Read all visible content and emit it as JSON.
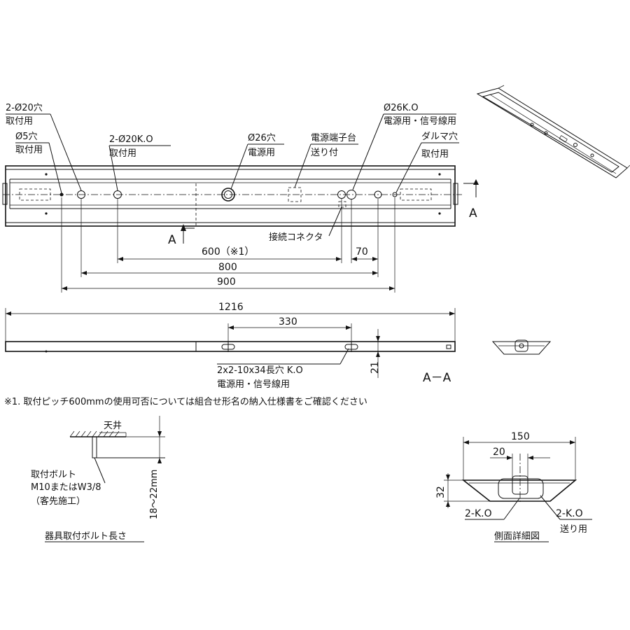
{
  "top_view": {
    "hole_20_label": "2-Ø20穴",
    "hole_20_use": "取付用",
    "hole_5_label": "Ø5穴",
    "hole_5_use": "取付用",
    "hole_20ko_label": "2-Ø20K.O",
    "hole_20ko_use": "取付用",
    "hole_26_label": "Ø26穴",
    "hole_26_use": "電源用",
    "terminal_label": "電源端子台",
    "terminal_use": "送り付",
    "ko26_label": "Ø26K.O",
    "ko26_use": "電源用・信号線用",
    "daruma_label": "ダルマ穴",
    "daruma_use": "取付用",
    "connector_label": "接続コネクタ",
    "section_mark": "A",
    "dim_600": "600（※1）",
    "dim_70": "70",
    "dim_800": "800",
    "dim_900": "900"
  },
  "side_view": {
    "dim_1216": "1216",
    "dim_330": "330",
    "dim_21": "21",
    "slot_label": "2x2-10x34長穴 K.O",
    "slot_use": "電源用・信号線用"
  },
  "section_title": "A－A",
  "note": "※1. 取付ピッチ600mmの使用可否については組合せ形名の納入仕様書をご確認ください",
  "bolt_detail": {
    "ceiling": "天井",
    "bolt_title": "取付ボルト",
    "bolt_spec": "M10またはW3/8",
    "bolt_note": "（客先施工）",
    "bolt_length": "18～22mm",
    "caption": "器具取付ボルト長さ"
  },
  "side_detail": {
    "dim_150": "150",
    "dim_20": "20",
    "dim_32": "32",
    "ko_left": "2-K.O",
    "ko_right": "2-K.O",
    "ko_right_use": "送り用",
    "caption": "側面詳細図"
  }
}
